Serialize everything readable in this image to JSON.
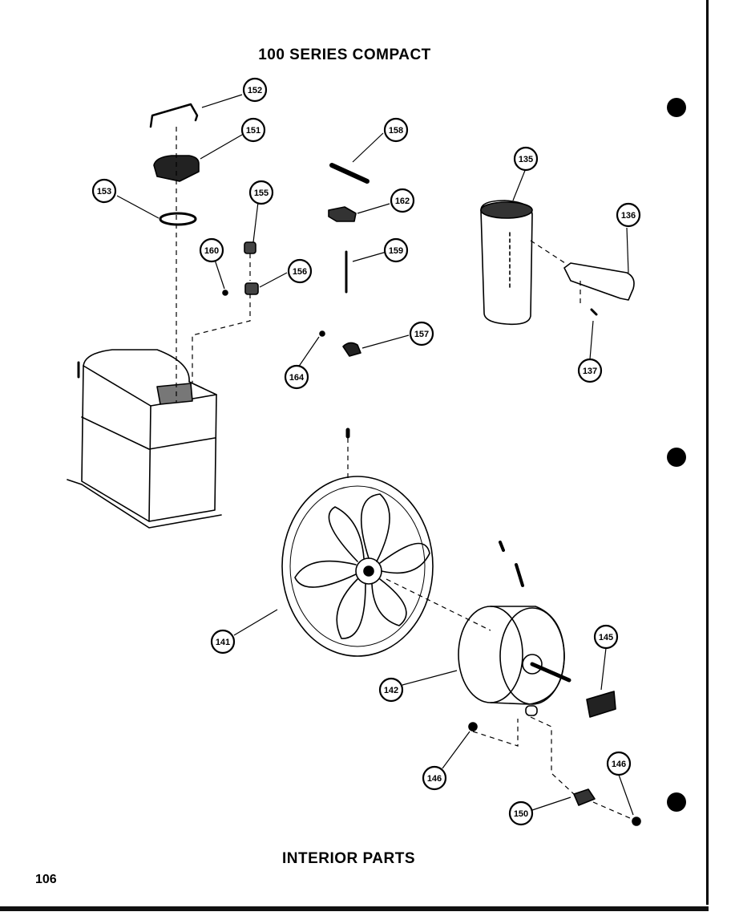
{
  "header": {
    "title": "100 SERIES COMPACT"
  },
  "footer": {
    "title": "INTERIOR PARTS",
    "page_number": "106"
  },
  "callouts": {
    "c152": "152",
    "c151": "151",
    "c153": "153",
    "c155": "155",
    "c160": "160",
    "c156": "156",
    "c158": "158",
    "c162": "162",
    "c159": "159",
    "c157": "157",
    "c164": "164",
    "c135": "135",
    "c136": "136",
    "c137": "137",
    "c141": "141",
    "c142": "142",
    "c145": "145",
    "c146a": "146",
    "c146b": "146",
    "c150": "150"
  },
  "colors": {
    "ink": "#000000",
    "paper": "#ffffff"
  }
}
